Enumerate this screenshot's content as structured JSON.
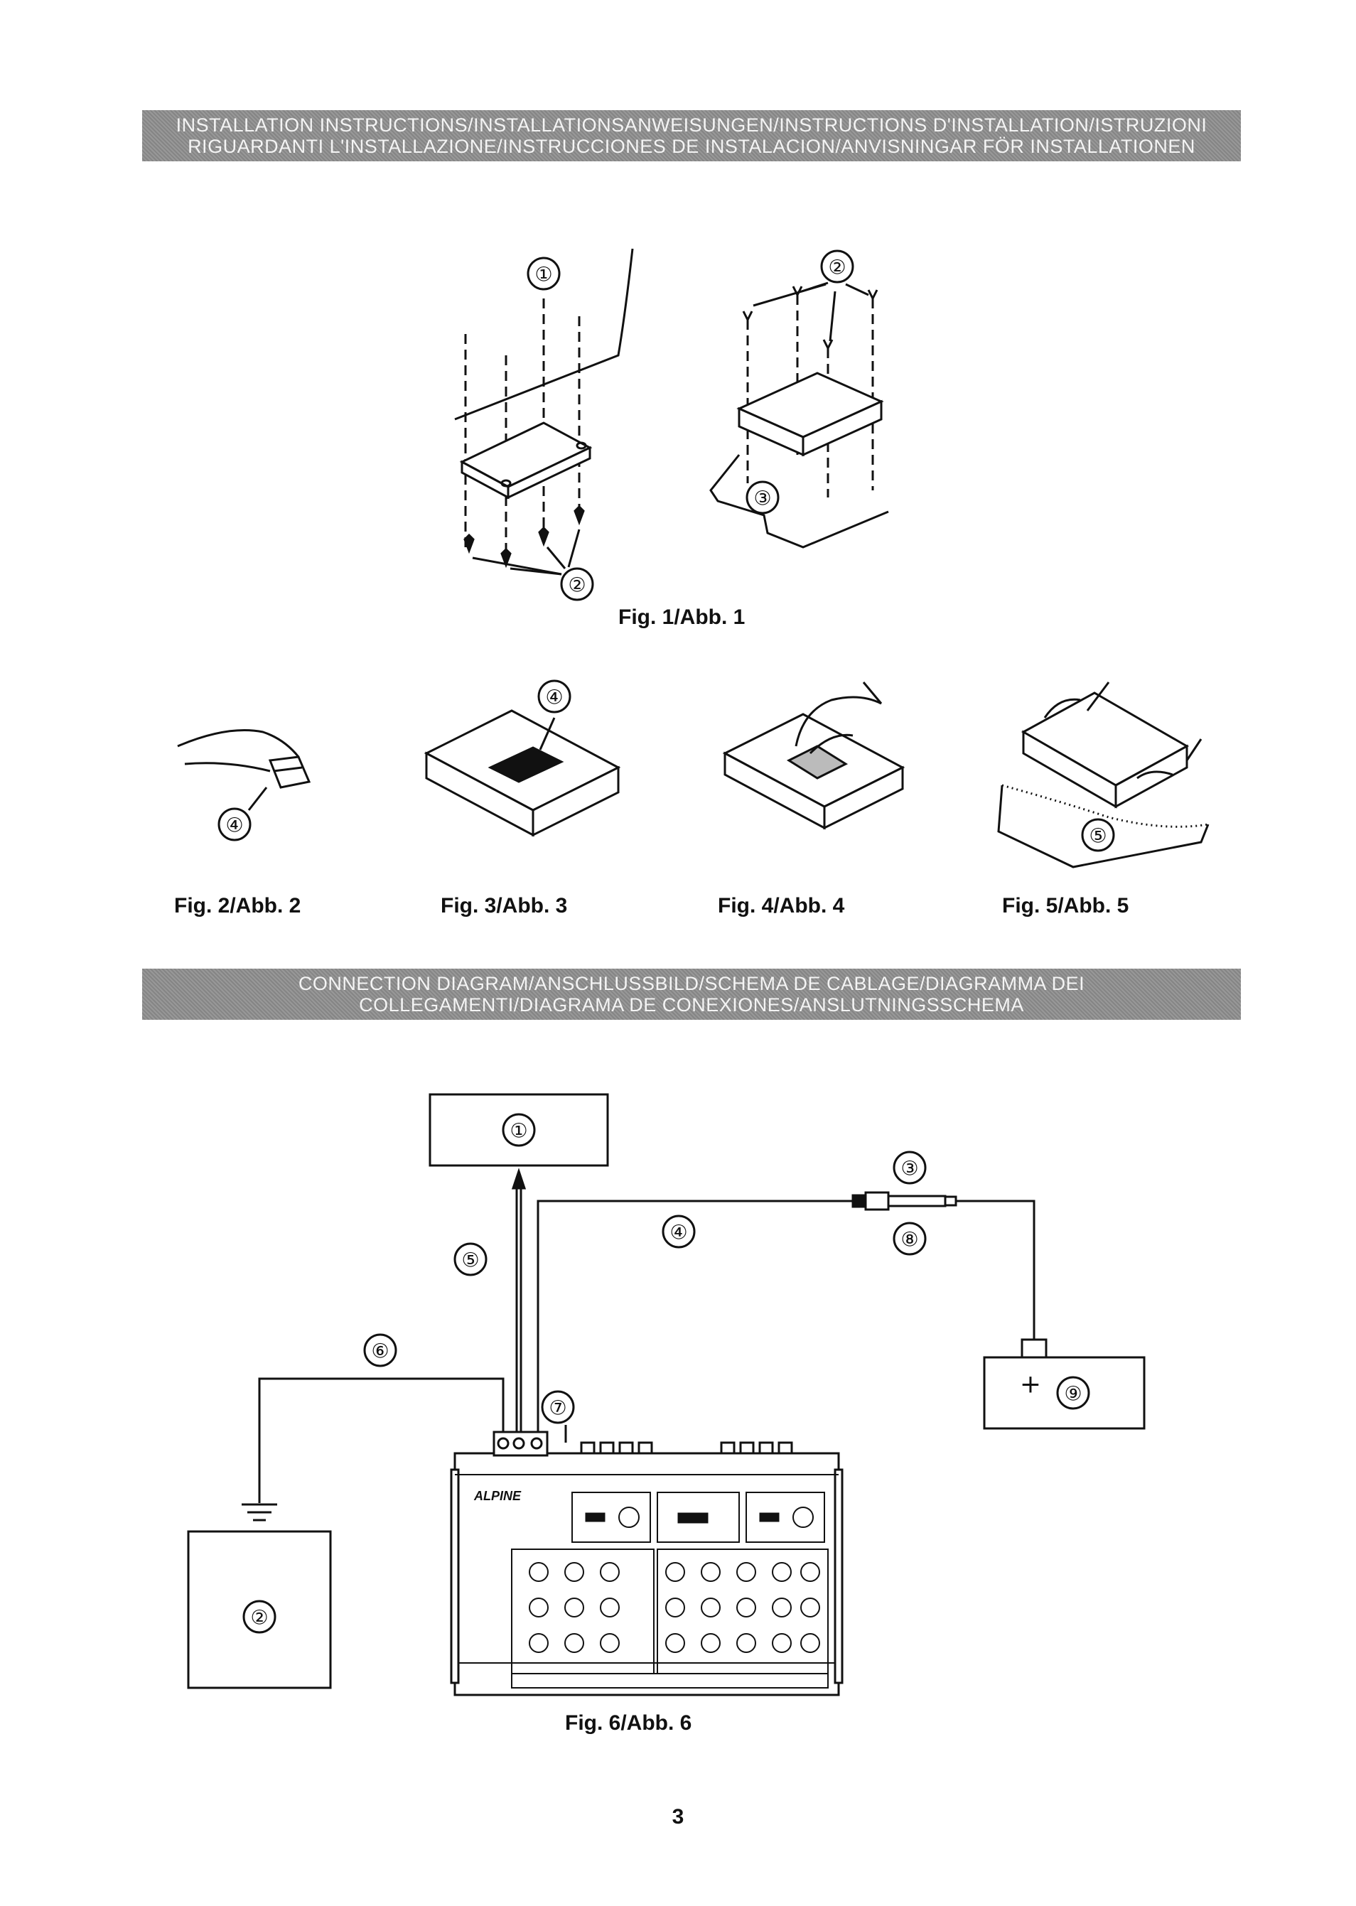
{
  "banners": {
    "installation": {
      "line1": "INSTALLATION INSTRUCTIONS/INSTALLATIONSANWEISUNGEN/INSTRUCTIONS D'INSTALLATION/ISTRUZIONI",
      "line2": "RIGUARDANTI L'INSTALLAZIONE/INSTRUCCIONES DE INSTALACION/ANVISNINGAR FÖR INSTALLATIONEN"
    },
    "connection": {
      "line1": "CONNECTION DIAGRAM/ANSCHLUSSBILD/SCHEMA DE CABLAGE/DIAGRAMMA DEI",
      "line2": "COLLEGAMENTI/DIAGRAMA DE CONEXIONES/ANSLUTNINGSSCHEMA"
    }
  },
  "figures": {
    "fig1": "Fig. 1/Abb. 1",
    "fig2": "Fig. 2/Abb. 2",
    "fig3": "Fig. 3/Abb. 3",
    "fig4": "Fig. 4/Abb. 4",
    "fig5": "Fig. 5/Abb. 5",
    "fig6": "Fig. 6/Abb. 6"
  },
  "callouts": {
    "c1": "①",
    "c2": "②",
    "c3": "③",
    "c4": "④",
    "c5": "⑤",
    "c6": "⑥",
    "c7": "⑦",
    "c8": "⑧",
    "c9": "⑨"
  },
  "diagram": {
    "battery_plus": "+",
    "brand": "ALPINE"
  },
  "page_number": "3"
}
